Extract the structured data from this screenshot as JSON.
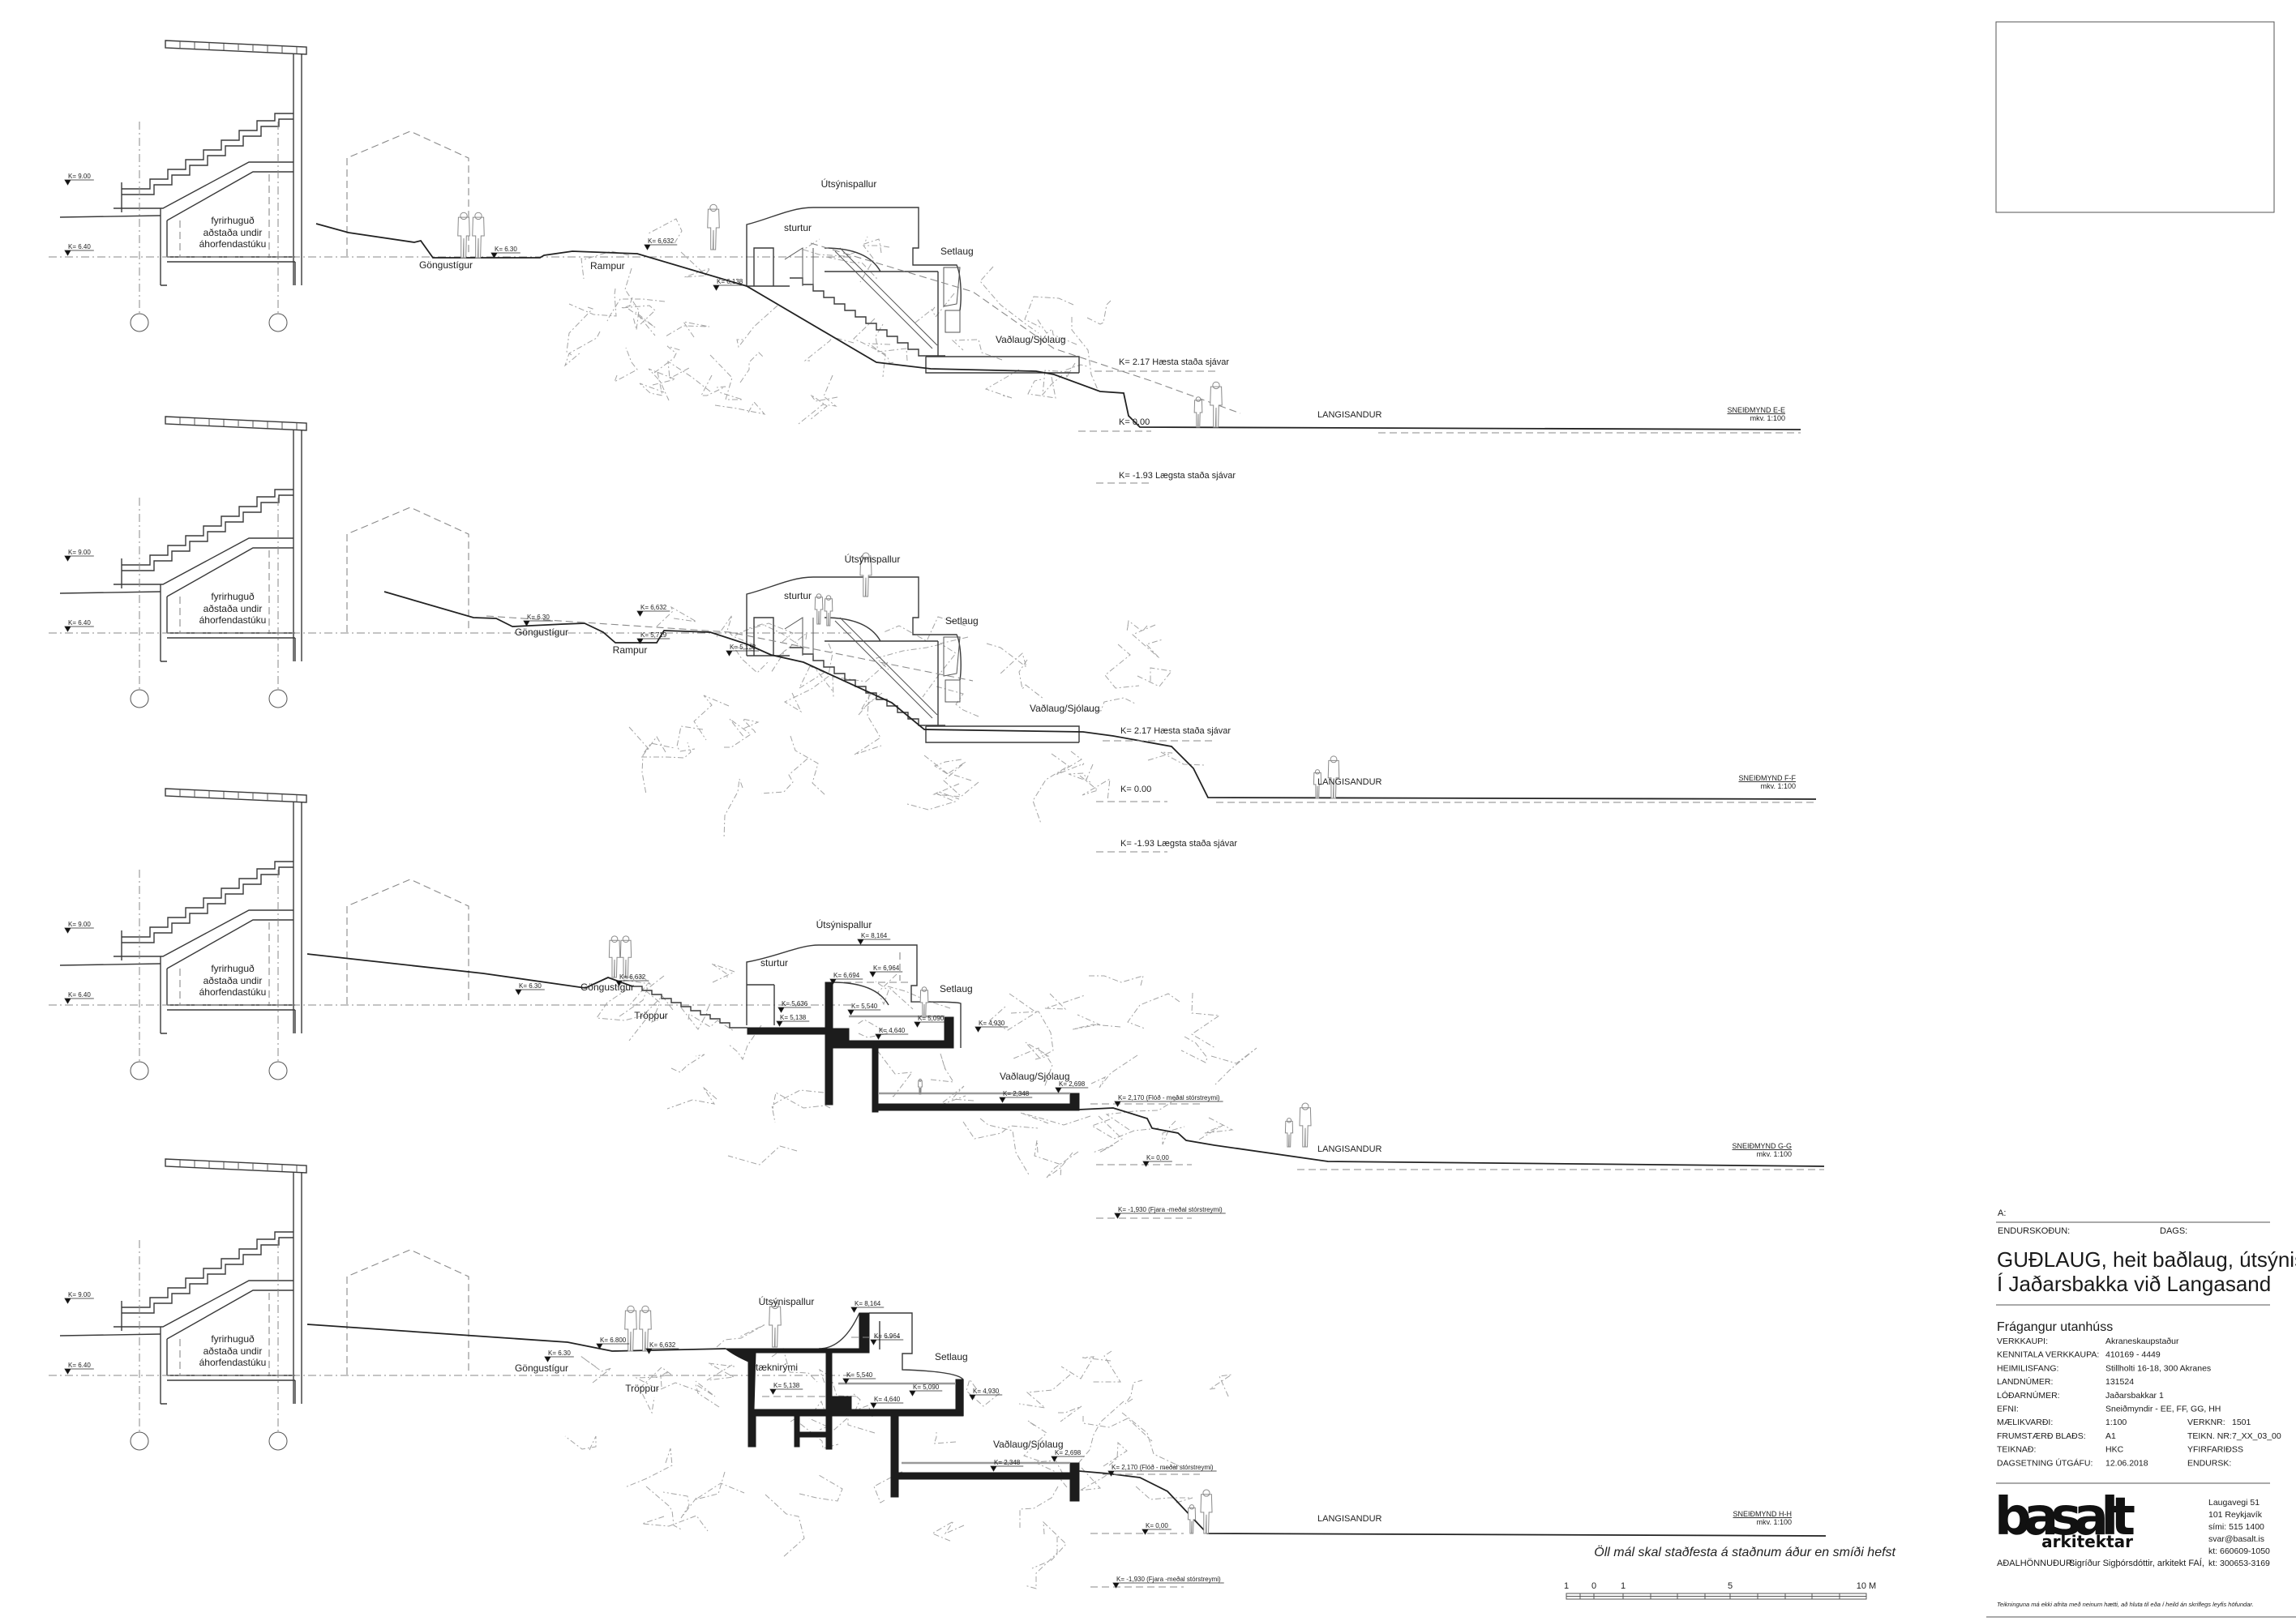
{
  "stand": {
    "k900": "K= 9.00",
    "k640": "K= 6.40",
    "facility": [
      "fyrirhuguð",
      "aðstaða undir",
      "áhorfendastúku"
    ]
  },
  "ee": {
    "utsynispallur": "Útsýnispallur",
    "sturtur": "sturtur",
    "setlaug": "Setlaug",
    "vadlaug": "Vaðlaug/Sjólaug",
    "gongustigur": "Göngustígur",
    "rampur": "Rampur",
    "k630": "K= 6.30",
    "k6632": "K= 6,632",
    "k6138": "K= 6,138",
    "high": "K= 2.17 Hæsta staða sjávar",
    "zero": "K= 0.00",
    "low": "K= -1.93 Lægsta staða sjávar",
    "beach": "LANGISANDUR",
    "title": "SNEIÐMYND E-E",
    "scale": "mkv. 1:100"
  },
  "ff": {
    "utsynispallur": "Útsýnispallur",
    "sturtur": "sturtur",
    "setlaug": "Setlaug",
    "vadlaug": "Vaðlaug/Sjólaug",
    "gongustigur": "Göngustígur",
    "rampur": "Rampur",
    "k630": "K= 6.30",
    "k6632": "K= 6,632",
    "k5719": "K= 5,719",
    "k5138": "K= 5,138",
    "high": "K= 2.17 Hæsta staða sjávar",
    "zero": "K= 0.00",
    "low": "K= -1.93 Lægsta staða sjávar",
    "beach": "LANGISANDUR",
    "title": "SNEIÐMYND F-F",
    "scale": "mkv. 1:100"
  },
  "gg": {
    "utsynispallur": "Útsýnispallur",
    "k8164": "K= 8,164",
    "sturtur": "sturtur",
    "k6964": "K= 6,964",
    "k6694": "K= 6,694",
    "setlaug": "Setlaug",
    "k5636": "K= 5,636",
    "k5540": "K= 5,540",
    "k5138": "K= 5,138",
    "k5090": "K= 5,090",
    "k4640": "K= 4,640",
    "k4930": "K= 4,930",
    "gongustigur": "Göngustígur",
    "troppur": "Tröppur",
    "k6632": "K= 6,632",
    "k630": "K= 6.30",
    "vadlaug": "Vaðlaug/Sjólaug",
    "k2698": "K= 2,698",
    "k2348": "K= 2,348",
    "k2170": "K= 2,170 (Flóð - meðal stórstreymi)",
    "zero": "K= 0,00",
    "low": "K= -1,930 (Fjara -meðal stórstreymi)",
    "beach": "LANGISANDUR",
    "title": "SNEIÐMYND G-G",
    "scale": "mkv. 1:100"
  },
  "hh": {
    "utsynispallur": "Útsýnispallur",
    "k8164": "K= 8,164",
    "k6964": "K= 6.964",
    "taeknirymi": "tæknirými",
    "setlaug": "Setlaug",
    "k5540": "K= 5,540",
    "k5138": "K= 5,138",
    "k5090": "K= 5,090",
    "k4640": "K= 4,640",
    "k4930": "K= 4,930",
    "k6800": "K= 6.800",
    "k6632": "K= 6,632",
    "k630": "K= 6.30",
    "gongustigur": "Göngustígur",
    "troppur": "Tröppur",
    "vadlaug": "Vaðlaug/Sjólaug",
    "k2698": "K= 2,698",
    "k2348": "K= 2,348",
    "k2170": "K= 2,170 (Flóð - meðal stórstreymi)",
    "zero": "K= 0,00",
    "low": "K= -1,930 (Fjara -meðal stórstreymi)",
    "beach": "LANGISANDUR",
    "title": "SNEIÐMYND H-H",
    "scale": "mkv. 1:100"
  },
  "note": "Öll mál skal staðfesta á staðnum áður en smíði hefst",
  "scale_bar": {
    "labels": [
      "1",
      "0",
      "1",
      "5",
      "10 M"
    ]
  },
  "title_block": {
    "a_label": "A:",
    "revision_label": "ENDURSKOÐUN:",
    "date_label": "DAGS:",
    "project_title": [
      "GUÐLAUG, heit baðlaug, útsýnispallur",
      "Í Jaðarsbakka við Langasand"
    ],
    "subtitle": "Frágangur utanhúss",
    "rows": [
      {
        "label": "VERKKAUPI:",
        "value": "Akraneskaupstaður"
      },
      {
        "label": "KENNITALA VERKKAUPA:",
        "value": "410169 - 4449"
      },
      {
        "label": "HEIMILISFANG:",
        "value": "Stillholti 16-18, 300 Akranes"
      },
      {
        "label": "LANDNÚMER:",
        "value": "131524"
      },
      {
        "label": "LÓÐARNÚMER:",
        "value": "Jaðarsbakkar 1"
      },
      {
        "label": "EFNI:",
        "value": "Sneiðmyndir - EE, FF, GG, HH"
      },
      {
        "label": "MÆLIKVARÐI:",
        "value": "1:100"
      },
      {
        "label": "FRUMSTÆRÐ BLAÐS:",
        "value": "A1"
      },
      {
        "label": "TEIKNAÐ:",
        "value": "HKC"
      },
      {
        "label": "DAGSETNING ÚTGÁFU:",
        "value": "12.06.2018"
      }
    ],
    "extra": [
      {
        "label": "VERKNR:",
        "value": "1501"
      },
      {
        "label": "TEIKN. NR:",
        "value": "7_XX_03_00"
      },
      {
        "label": "YFIRFARIÐ:",
        "value": "SS"
      },
      {
        "label": "ENDURSK:",
        "value": ""
      }
    ],
    "logo": "basalt",
    "logo_sub": "arkitektar",
    "lead_label": "AÐALHÖNNUÐUR:",
    "lead_value": "Sigríður Sigþórsdóttir, arkitekt FAÍ,",
    "contact": [
      "Laugavegi 51",
      "101  Reykjavík",
      "sími: 515 1400",
      "svar@basalt.is",
      "kt:  660609-1050",
      "kt:  300653-3169"
    ],
    "disclaimer": "Teikninguna má ekki afrita með neinum hætti, að hluta til eða í heild án skriflegs leyfis höfundar."
  }
}
